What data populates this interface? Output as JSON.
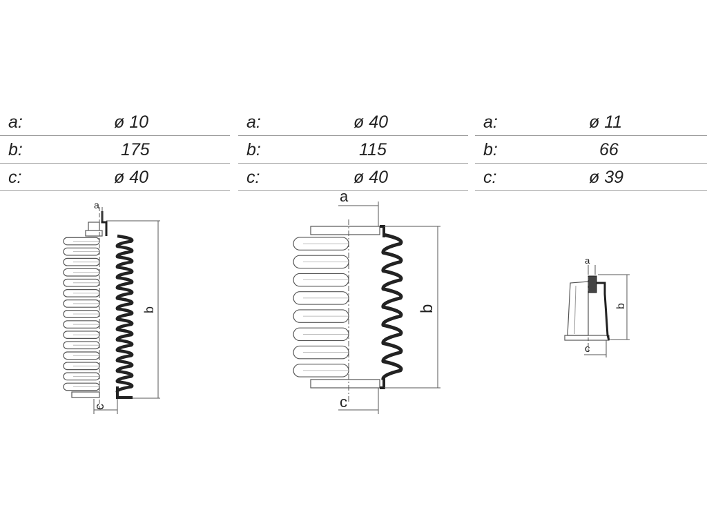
{
  "products": [
    {
      "rows": [
        {
          "label": "a:",
          "value": "ø 10"
        },
        {
          "label": "b:",
          "value": "175"
        },
        {
          "label": "c:",
          "value": "ø  40"
        }
      ],
      "dims": {
        "a": "a",
        "b": "b",
        "c": "c"
      }
    },
    {
      "rows": [
        {
          "label": "a:",
          "value": "ø 40"
        },
        {
          "label": "b:",
          "value": "115"
        },
        {
          "label": "c:",
          "value": "ø  40"
        }
      ],
      "dims": {
        "a": "a",
        "b": "b",
        "c": "c"
      }
    },
    {
      "rows": [
        {
          "label": "a:",
          "value": "ø 11"
        },
        {
          "label": "b:",
          "value": "66"
        },
        {
          "label": "c:",
          "value": "ø  39"
        }
      ],
      "dims": {
        "a": "a",
        "b": "b",
        "c": "c"
      }
    }
  ]
}
